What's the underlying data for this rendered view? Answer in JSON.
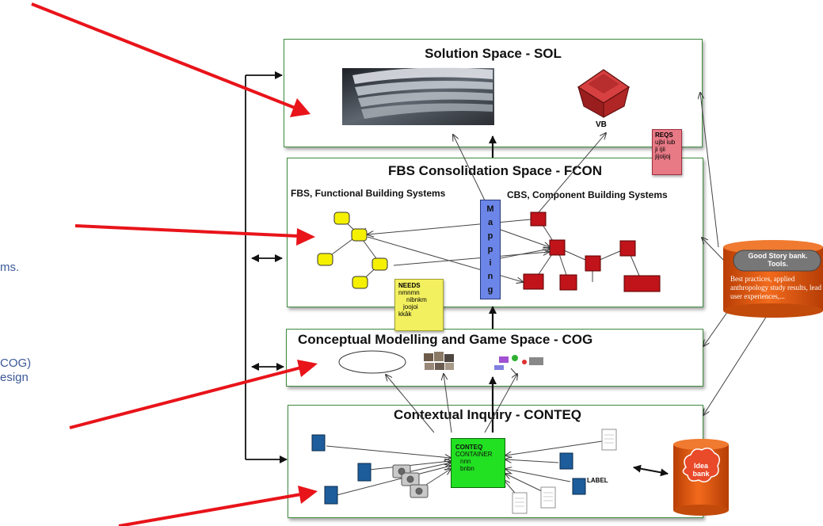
{
  "spaces": {
    "sol": "Solution Space  - SOL",
    "fcon": "FBS Consolidation Space  - FCON",
    "cog": "Conceptual Modelling and Game Space - COG",
    "conteq": "Contextual Inquiry   - CONTEQ"
  },
  "fcon": {
    "fbs_label": "FBS, Functional Building Systems",
    "cbs_label": "CBS, Component Building Systems"
  },
  "sol": {
    "vb_label": "VB"
  },
  "reqs_note": {
    "title": "REQS",
    "lines": [
      "ujbi iub",
      "ji ijii",
      "jijoijoj"
    ]
  },
  "needs_note": {
    "title": "NEEDS",
    "lines": [
      "nmnmn",
      "nibnkm",
      "joojoi",
      "kkâk"
    ]
  },
  "mapping_letters": [
    "M",
    "a",
    "p",
    "p",
    "i",
    "n",
    "g"
  ],
  "conteq_container": {
    "lines": [
      "CONTEQ",
      "CONTAINER",
      "nnn",
      "bnbn"
    ]
  },
  "label_tag": "LABEL",
  "good_story_bank": {
    "title": "Good Story bank. Tools.",
    "body": "Best practices, applied anthropology study results, lead user experiences,..."
  },
  "idea_bank": {
    "title": "Idea bank"
  },
  "side_text": {
    "line1": "ms.",
    "line2": "COG)",
    "line3": "esign"
  },
  "colors": {
    "arrow_red": "#e8141a",
    "space_border": "#3f8a3f",
    "mapping_blue": "#6b86e8",
    "container_green": "#22e022",
    "node_red": "#c0141a",
    "node_yellow": "#f5f000",
    "cylinder_orange": "#e45a10"
  }
}
